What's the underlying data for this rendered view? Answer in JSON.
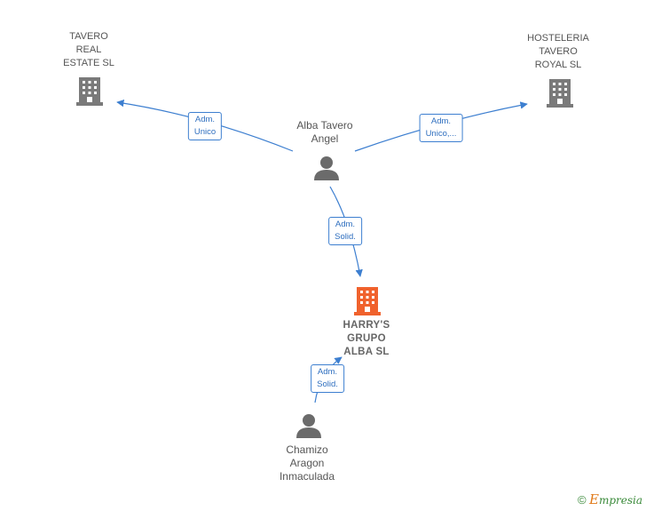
{
  "nodes": {
    "tavero_real_estate": {
      "label": "TAVERO\nREAL\nESTATE  SL",
      "type": "company"
    },
    "hosteleria_tavero": {
      "label": "HOSTELERIA\nTAVERO\nROYAL  SL",
      "type": "company"
    },
    "alba_tavero": {
      "label": "Alba Tavero\nAngel",
      "type": "person"
    },
    "harrys_grupo": {
      "label": "HARRY'S\nGRUPO\nALBA  SL",
      "type": "company-focus"
    },
    "chamizo_aragon": {
      "label": "Chamizo\nAragon\nInmaculada",
      "type": "person"
    }
  },
  "edges": [
    {
      "from": "alba_tavero",
      "to": "tavero_real_estate",
      "label": "Adm.\nUnico"
    },
    {
      "from": "alba_tavero",
      "to": "hosteleria_tavero",
      "label": "Adm.\nUnico,..."
    },
    {
      "from": "alba_tavero",
      "to": "harrys_grupo",
      "label": "Adm.\nSolid."
    },
    {
      "from": "chamizo_aragon",
      "to": "harrys_grupo",
      "label": "Adm.\nSolid."
    }
  ],
  "colors": {
    "company": "#7a7a7a",
    "company_focus": "#f0622d",
    "person": "#6b6b6b",
    "edge": "#3d7fd0"
  },
  "footer": {
    "copyright": "©",
    "brand_initial": "E",
    "brand_rest": "mpresia"
  }
}
